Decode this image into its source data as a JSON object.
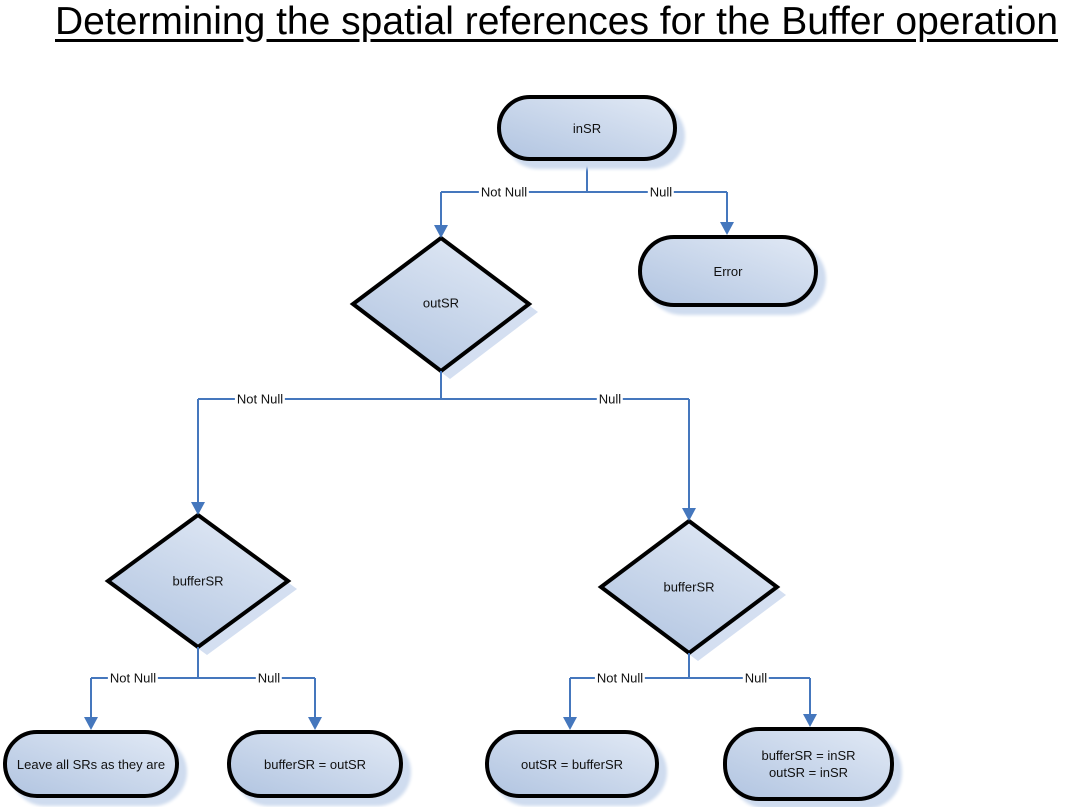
{
  "title": "Determining the spatial references for the Buffer operation",
  "diagram": {
    "type": "flowchart",
    "nodes": {
      "insr": {
        "shape": "rounded",
        "label": "inSR"
      },
      "outsr": {
        "shape": "decision",
        "label": "outSR"
      },
      "error": {
        "shape": "rounded",
        "label": "Error"
      },
      "buffersr_left": {
        "shape": "decision",
        "label": "bufferSR"
      },
      "buffersr_right": {
        "shape": "decision",
        "label": "bufferSR"
      },
      "leave_all": {
        "shape": "rounded",
        "label": "Leave all SRs as they are"
      },
      "buffersr_eq_outsr": {
        "shape": "rounded",
        "label": "bufferSR = outSR"
      },
      "outsr_eq_buffersr": {
        "shape": "rounded",
        "label": "outSR = bufferSR"
      },
      "buffersr_insr_outsr_insr": {
        "shape": "rounded",
        "lines": [
          "bufferSR = inSR",
          "outSR = inSR"
        ]
      }
    },
    "edges": [
      {
        "from": "inSR",
        "to": "outSR",
        "label": "Not Null"
      },
      {
        "from": "inSR",
        "to": "Error",
        "label": "Null"
      },
      {
        "from": "outSR",
        "to": "bufferSR (left)",
        "label": "Not Null"
      },
      {
        "from": "outSR",
        "to": "bufferSR (right)",
        "label": "Null"
      },
      {
        "from": "bufferSR (left)",
        "to": "Leave all SRs as they are",
        "label": "Not Null"
      },
      {
        "from": "bufferSR (left)",
        "to": "bufferSR = outSR",
        "label": "Null"
      },
      {
        "from": "bufferSR (right)",
        "to": "outSR = bufferSR",
        "label": "Not Null"
      },
      {
        "from": "bufferSR (right)",
        "to": "bufferSR = inSR / outSR = inSR",
        "label": "Null"
      }
    ],
    "colors": {
      "connector": "#4577bd",
      "node_border": "#000000",
      "node_fill_light": "#e1e9f5",
      "node_fill_dark": "#b2c5e1",
      "shadow": "#cfdcef",
      "text": "#111111",
      "background": "#ffffff"
    }
  }
}
